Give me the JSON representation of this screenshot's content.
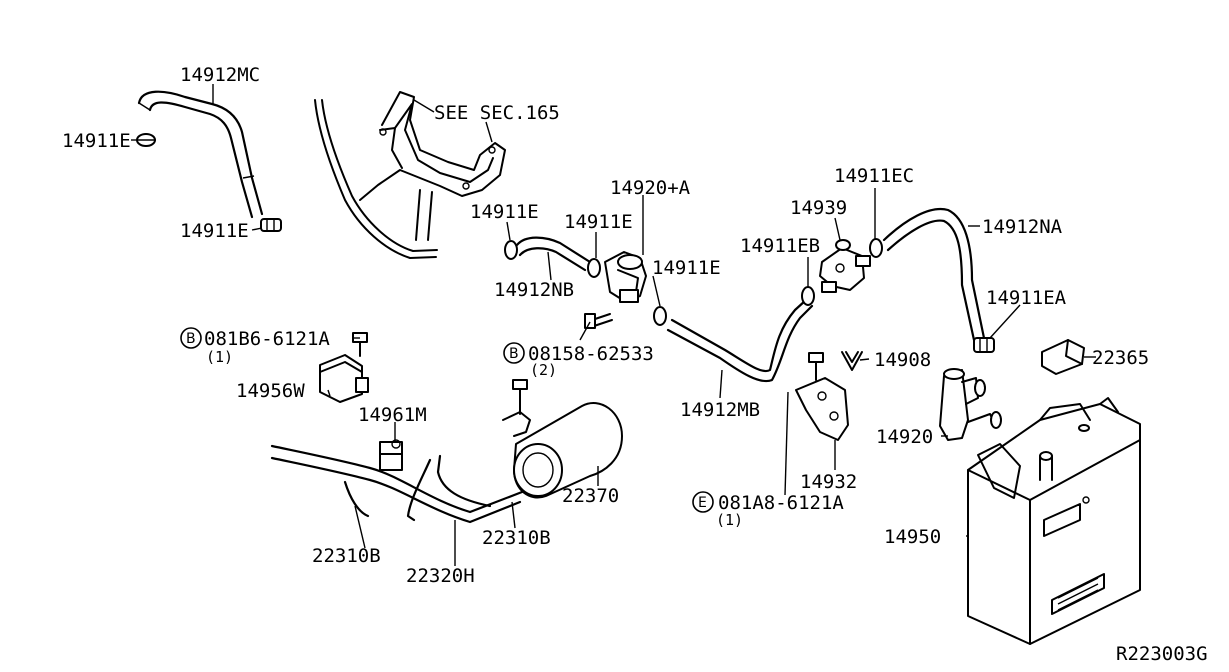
{
  "labels": {
    "p14912MC": "14912MC",
    "p14911E_a": "14911E",
    "p14911E_b": "14911E",
    "see_sec": "SEE SEC.165",
    "p14920A": "14920+A",
    "p14911E_c": "14911E",
    "p14911E_d": "14911E",
    "p14911E_e": "14911E",
    "p14912NB": "14912NB",
    "p14911EC": "14911EC",
    "p14939": "14939",
    "p14911EB": "14911EB",
    "p14912NA": "14912NA",
    "p14911EA": "14911EA",
    "bolt1": "081B6-6121A",
    "bolt1_qty": "(1)",
    "bolt2": "08158-62533",
    "bolt2_qty": "(2)",
    "p14956W": "14956W",
    "p14908": "14908",
    "p22365": "22365",
    "p14961M": "14961M",
    "p14912MB": "14912MB",
    "p14920": "14920",
    "p22370": "22370",
    "p14932": "14932",
    "p22310B_a": "22310B",
    "p22310B_b": "22310B",
    "p22320H": "22320H",
    "bolt3": "081A8-6121A",
    "bolt3_qty": "(1)",
    "p14950": "14950",
    "ref": "R223003G"
  },
  "badges": {
    "b1": "B",
    "b2": "B",
    "b3": "E"
  }
}
